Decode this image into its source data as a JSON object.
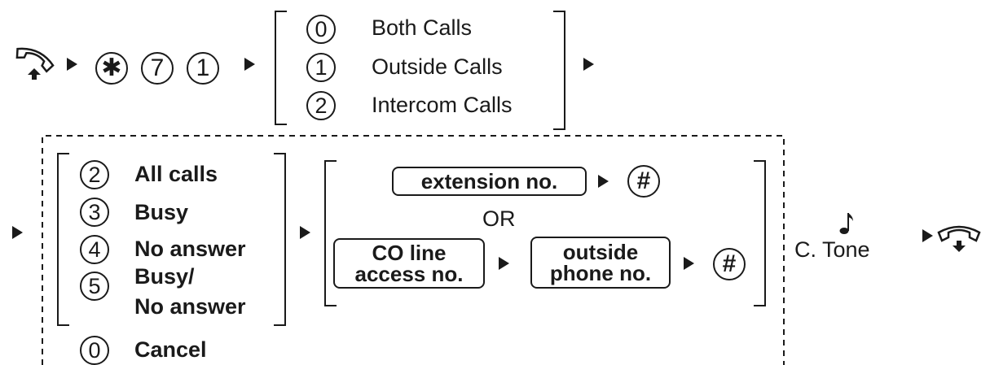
{
  "step1": {
    "handset_icon": "off-hook-handset-icon",
    "keys": [
      "✱",
      "7",
      "1"
    ],
    "options": [
      {
        "key": "0",
        "label": "Both Calls"
      },
      {
        "key": "1",
        "label": "Outside Calls"
      },
      {
        "key": "2",
        "label": "Intercom Calls"
      }
    ]
  },
  "step2": {
    "options": [
      {
        "key": "2",
        "label": "All calls"
      },
      {
        "key": "3",
        "label": "Busy"
      },
      {
        "key": "4",
        "label": "No answer"
      },
      {
        "key": "5",
        "label": "Busy/",
        "label2": "No answer"
      }
    ],
    "cancel": {
      "key": "0",
      "label": "Cancel"
    }
  },
  "step3": {
    "extension": "extension no.",
    "hash": "#",
    "or": "OR",
    "co_line_1": "CO line",
    "co_line_2": "access no.",
    "outside_1": "outside",
    "outside_2": "phone no."
  },
  "step4": {
    "tone_label": "C. Tone",
    "tone_icon": "music-note-icon",
    "hangup_icon": "on-hook-handset-icon"
  }
}
